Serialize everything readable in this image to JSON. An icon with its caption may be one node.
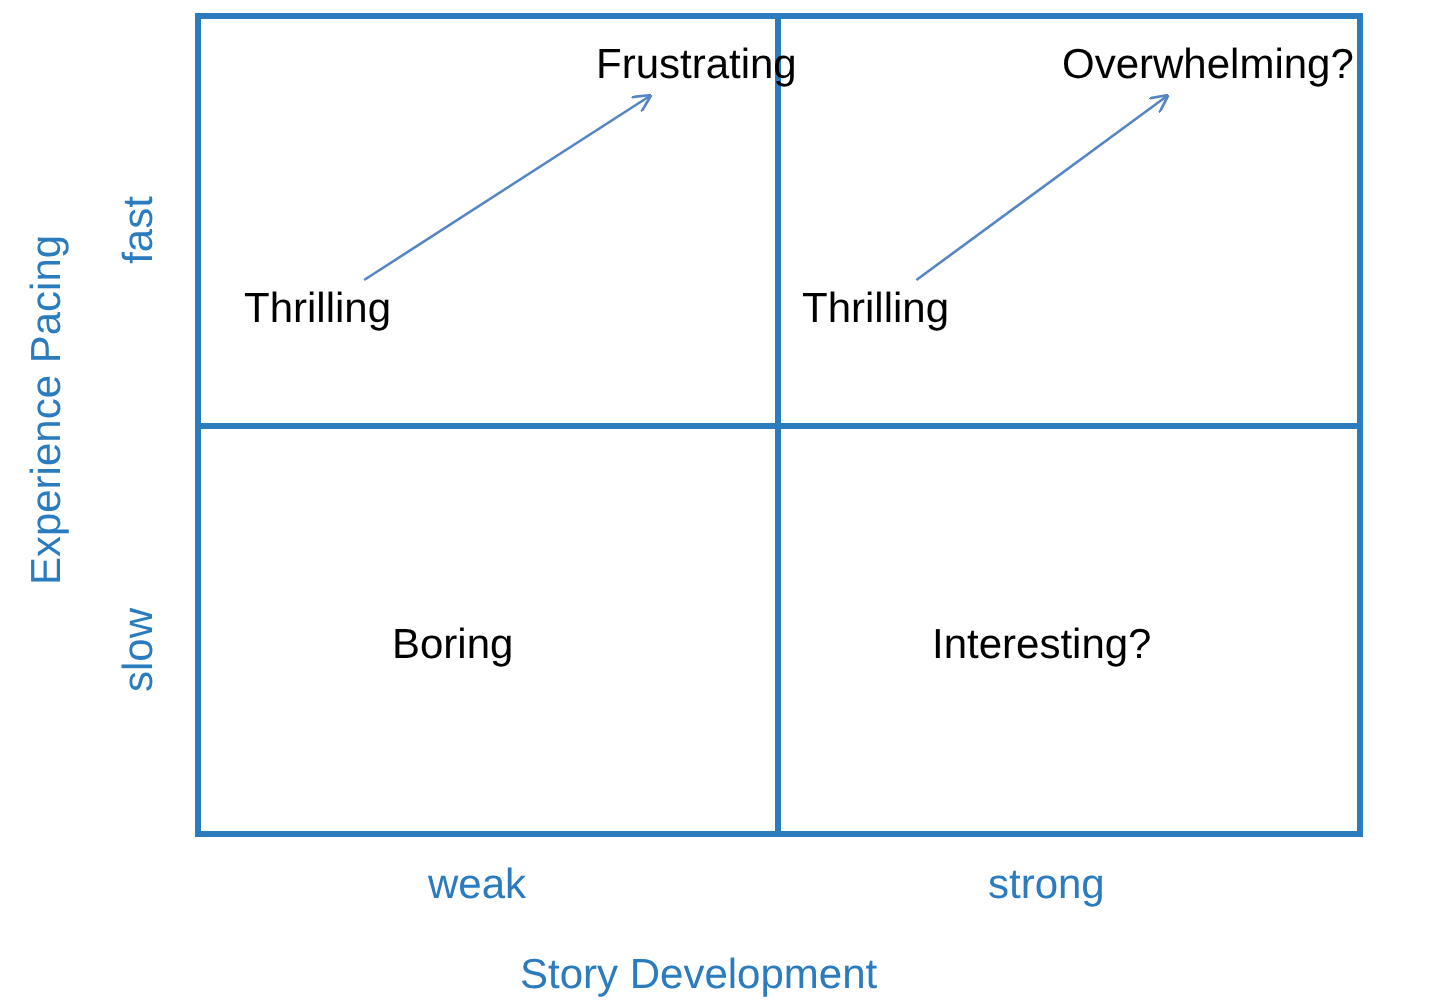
{
  "diagram": {
    "nodes": [
      {
        "text": [
          "Frustrating"
        ]
      },
      {
        "text": [
          "Overwhelming?"
        ]
      },
      {
        "text": [
          "Thrilling"
        ]
      },
      {
        "text": [
          "Thrilling"
        ]
      }
    ],
    "edges": [
      {
        "from": 2,
        "to": 0,
        "arrow": "to"
      },
      {
        "from": 3,
        "to": 1,
        "arrow": "to"
      }
    ],
    "labels": [
      "fast",
      "Experience Pacing",
      "slow",
      "Boring",
      "Interesting?",
      "weak",
      "strong",
      "Story Development"
    ]
  }
}
